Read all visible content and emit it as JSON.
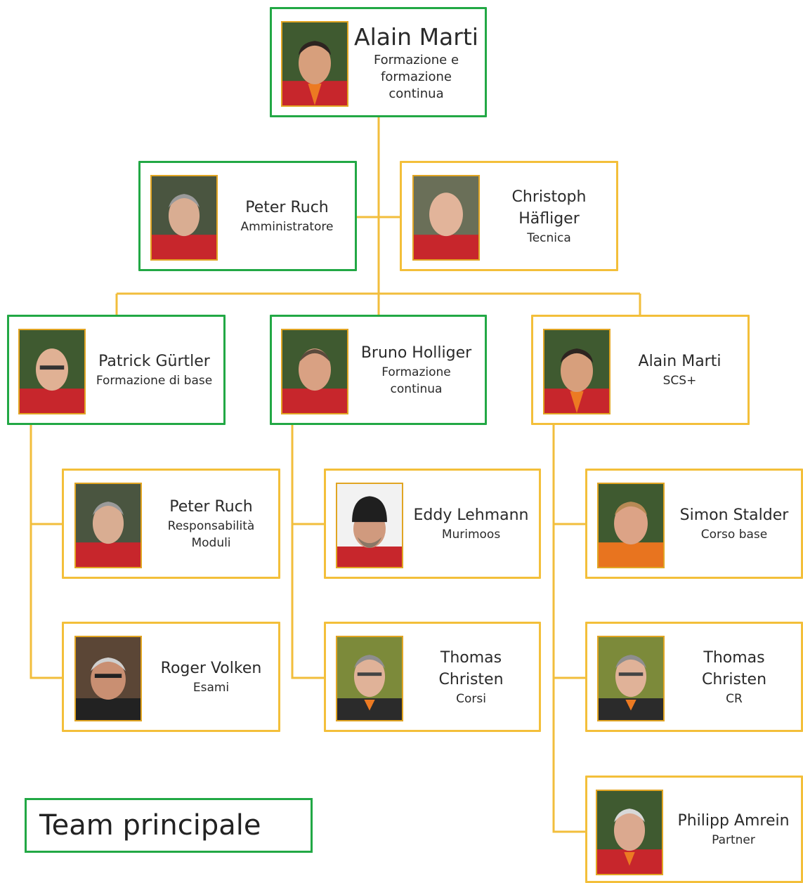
{
  "colors": {
    "core_border": "#22a845",
    "member_border": "#f3bf3a",
    "connector": "#f2be3c",
    "photo_frame": "#e1a523"
  },
  "legend": {
    "label": "Team principale"
  },
  "people": {
    "top": {
      "name": "Alain Marti",
      "role": "Formazione e formazione continua",
      "icon": "portrait-photo",
      "core": true
    },
    "admin": {
      "name": "Peter Ruch",
      "role": "Amministratore",
      "icon": "portrait-photo",
      "core": true
    },
    "tech": {
      "name": "Christoph Häfliger",
      "role": "Tecnica",
      "icon": "portrait-photo",
      "core": false
    },
    "base": {
      "name": "Patrick Gürtler",
      "role": "Formazione di base",
      "icon": "portrait-photo",
      "core": true
    },
    "cont": {
      "name": "Bruno Holliger",
      "role": "Formazione continua",
      "icon": "portrait-photo",
      "core": true
    },
    "scs": {
      "name": "Alain Marti",
      "role": "SCS+",
      "icon": "portrait-photo",
      "core": false
    },
    "modules": {
      "name": "Peter Ruch",
      "role": "Responsabilità Moduli",
      "icon": "portrait-photo",
      "core": false
    },
    "exams": {
      "name": "Roger Volken",
      "role": "Esami",
      "icon": "portrait-photo",
      "core": false
    },
    "murimoos": {
      "name": "Eddy Lehmann",
      "role": "Murimoos",
      "icon": "portrait-photo",
      "core": false
    },
    "courses": {
      "name": "Thomas Christen",
      "role": "Corsi",
      "icon": "portrait-photo",
      "core": false
    },
    "basecourse": {
      "name": "Simon Stalder",
      "role": "Corso base",
      "icon": "portrait-photo",
      "core": false
    },
    "cr": {
      "name": "Thomas Christen",
      "role": "CR",
      "icon": "portrait-photo",
      "core": false
    },
    "partner": {
      "name": "Philipp Amrein",
      "role": "Partner",
      "icon": "portrait-photo",
      "core": false
    }
  }
}
